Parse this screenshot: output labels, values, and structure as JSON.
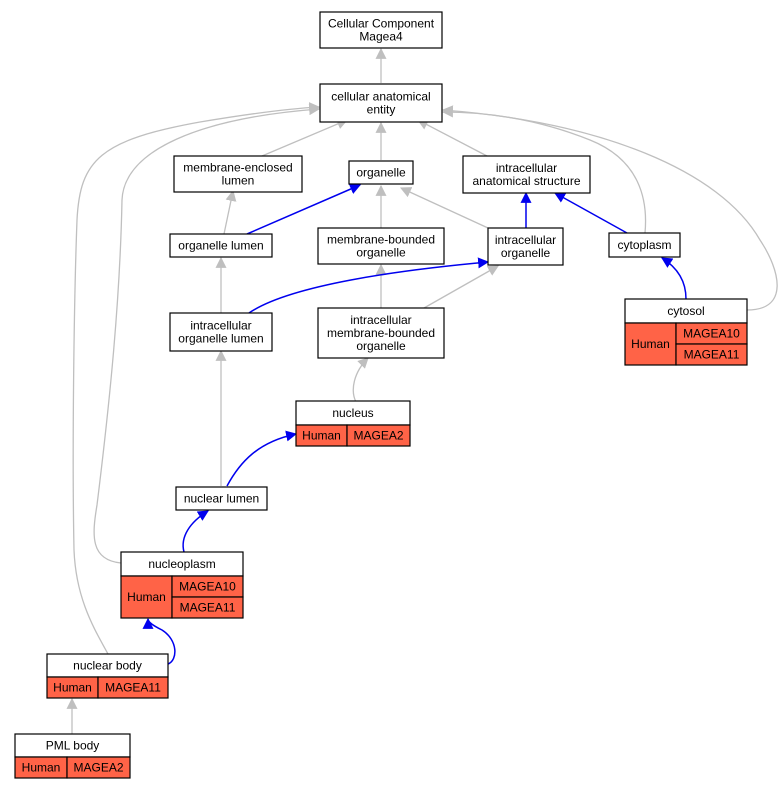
{
  "colors": {
    "gray_edge": "#bfbfbf",
    "blue_edge": "#0000ee",
    "annotation_fill": "#ff6347",
    "node_fill": "#ffffff",
    "node_stroke": "#000000"
  },
  "nodes": {
    "root": {
      "lines": [
        "Cellular Component",
        "Magea4"
      ]
    },
    "cellular_anatomical_entity": {
      "lines": [
        "cellular anatomical",
        "entity"
      ]
    },
    "membrane_enclosed_lumen": {
      "lines": [
        "membrane-enclosed",
        "lumen"
      ]
    },
    "organelle": {
      "lines": [
        "organelle"
      ]
    },
    "intracellular_anatomical_structure": {
      "lines": [
        "intracellular",
        "anatomical structure"
      ]
    },
    "organelle_lumen": {
      "lines": [
        "organelle lumen"
      ]
    },
    "membrane_bounded_organelle": {
      "lines": [
        "membrane-bounded",
        "organelle"
      ]
    },
    "intracellular_organelle": {
      "lines": [
        "intracellular",
        "organelle"
      ]
    },
    "cytoplasm": {
      "lines": [
        "cytoplasm"
      ]
    },
    "intracellular_organelle_lumen": {
      "lines": [
        "intracellular",
        "organelle lumen"
      ]
    },
    "intracellular_membrane_bounded_organelle": {
      "lines": [
        "intracellular",
        "membrane-bounded",
        "organelle"
      ]
    },
    "cytosol": {
      "title": "cytosol",
      "species": "Human",
      "genes": [
        "MAGEA10",
        "MAGEA11"
      ]
    },
    "nucleus": {
      "title": "nucleus",
      "species": "Human",
      "genes": [
        "MAGEA2"
      ]
    },
    "nuclear_lumen": {
      "lines": [
        "nuclear lumen"
      ]
    },
    "nucleoplasm": {
      "title": "nucleoplasm",
      "species": "Human",
      "genes": [
        "MAGEA10",
        "MAGEA11"
      ]
    },
    "nuclear_body": {
      "title": "nuclear body",
      "species": "Human",
      "genes": [
        "MAGEA11"
      ]
    },
    "pml_body": {
      "title": "PML body",
      "species": "Human",
      "genes": [
        "MAGEA2"
      ]
    }
  }
}
